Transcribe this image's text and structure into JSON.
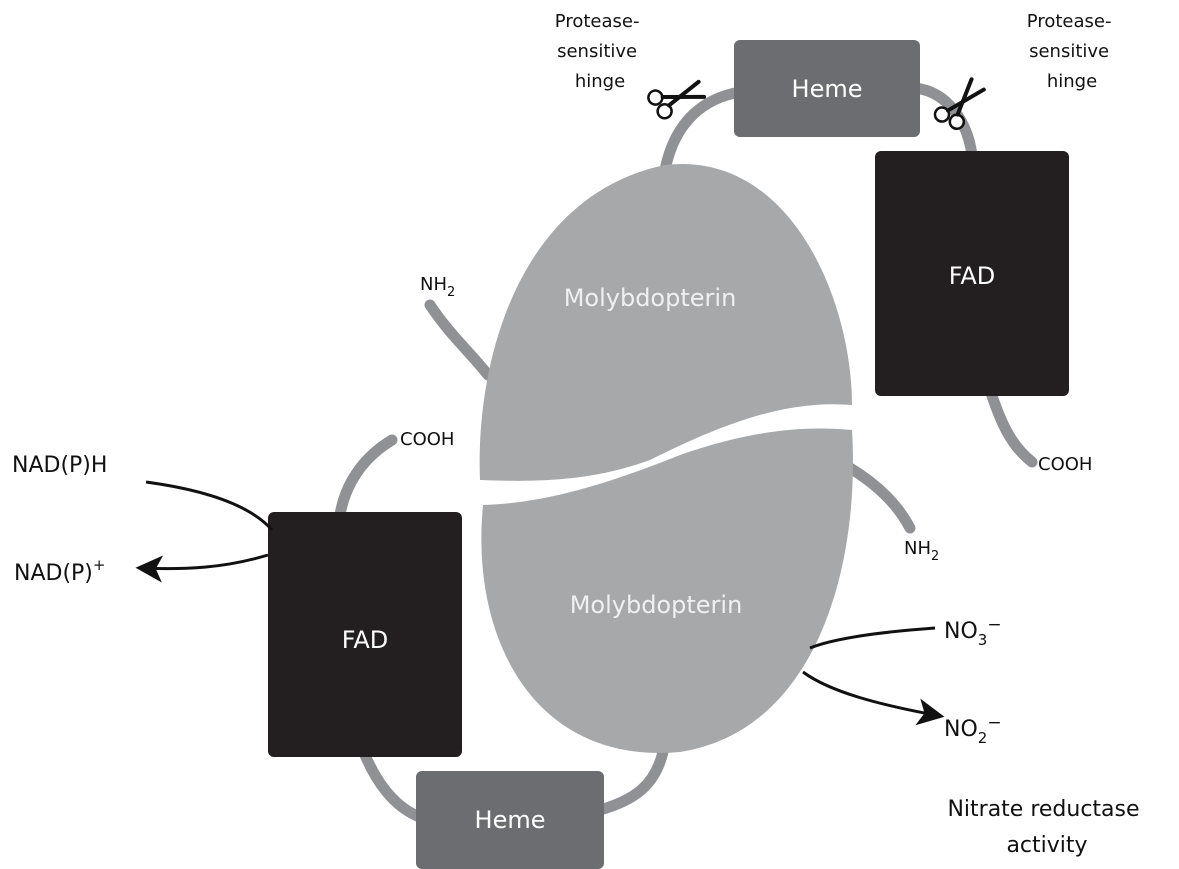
{
  "colors": {
    "linker": "#8f9194",
    "molybdopterin": "#a6a8aa",
    "heme": "#6b6d70",
    "fad": "#231f20",
    "arrow": "#111111",
    "background": "#ffffff"
  },
  "upper_subunit": {
    "molybdopterin_label": "Molybdopterin",
    "heme_label": "Heme",
    "fad_label": "FAD",
    "nh2_label": "NH",
    "nh2_sub": "2",
    "cooh_label": "COOH",
    "hinge_left": [
      "Protease-",
      "sensitive",
      "hinge"
    ],
    "hinge_right": [
      "Protease-",
      "sensitive",
      "hinge"
    ],
    "scissors_icon": "scissors-icon"
  },
  "lower_subunit": {
    "molybdopterin_label": "Molybdopterin",
    "heme_label": "Heme",
    "fad_label": "FAD",
    "nh2_label": "NH",
    "nh2_sub": "2",
    "cooh_label": "COOH"
  },
  "reactions": {
    "nadph": "NAD(P)H",
    "nadp_base": "NAD(P)",
    "nadp_sup": "+",
    "nitrate_base": "NO",
    "nitrate_sub": "3",
    "nitrate_sup": "−",
    "nitrite_base": "NO",
    "nitrite_sub": "2",
    "nitrite_sup": "−",
    "activity_line1": "Nitrate reductase",
    "activity_line2": "activity"
  }
}
